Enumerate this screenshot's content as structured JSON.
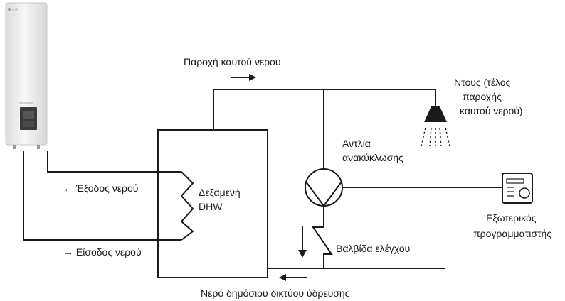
{
  "labels": {
    "hot_water_supply": "Παροχή καυτού νερού",
    "shower": [
      "Ντους (τέλος",
      "παροχής",
      "καυτού νερού)"
    ],
    "pump": [
      "Αντλία",
      "ανακύκλωσης"
    ],
    "tank": [
      "Δεξαμενή",
      "DHW"
    ],
    "water_out": "Έξοδος νερού",
    "water_in": "Είσοδος νερού",
    "programmer": [
      "Εξωτερικός",
      "προγραμματιστής"
    ],
    "check_valve": "Βαλβίδα ελέγχου",
    "mains_water": "Νερό δημόσιου δικτύου ύδρευσης"
  },
  "unit": {
    "brand": "LG",
    "model": "THERMA V"
  },
  "arrows": {
    "left": "←",
    "right": "→"
  },
  "colors": {
    "line": "#1a1a1a",
    "unit_body": "#f1f1f1"
  }
}
